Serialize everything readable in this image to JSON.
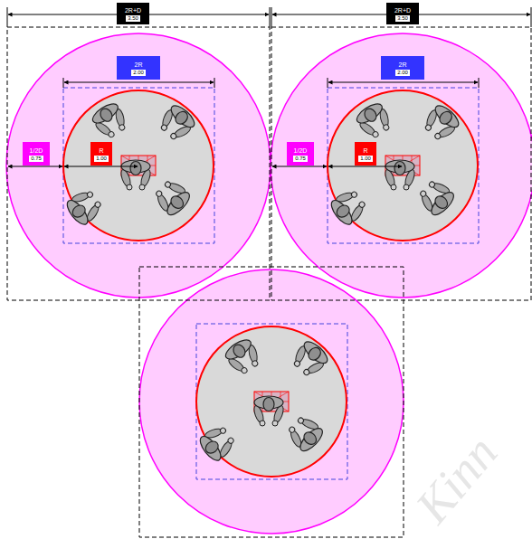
{
  "diagram": {
    "nodes": [
      {
        "text": [
          "2R+D",
          "3.50"
        ]
      },
      {
        "text": [
          "2R+D",
          "3.50"
        ]
      },
      {
        "text": [
          "2R",
          "2.00"
        ]
      },
      {
        "text": [
          "2R",
          "2.00"
        ]
      },
      {
        "text": [
          "1/2D",
          "0.75"
        ]
      },
      {
        "text": [
          "R",
          "1.00"
        ]
      },
      {
        "text": [
          "1/2D",
          "0.75"
        ]
      },
      {
        "text": [
          "R",
          "1.00"
        ]
      }
    ],
    "labels": [
      "Kinn"
    ]
  }
}
